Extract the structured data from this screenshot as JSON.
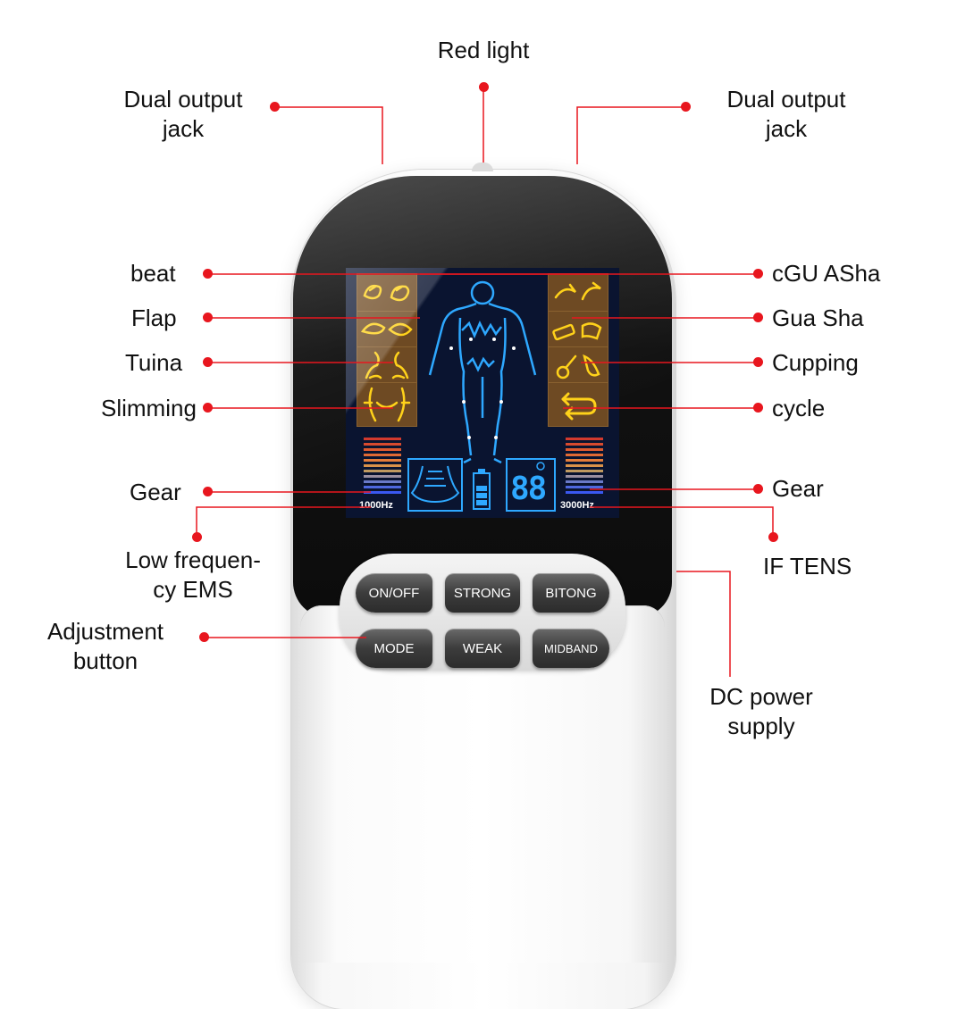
{
  "device": {
    "buttons": [
      {
        "id": "on-off",
        "label": "ON/OFF"
      },
      {
        "id": "strong",
        "label": "STRONG"
      },
      {
        "id": "bitong",
        "label": "BITONG"
      },
      {
        "id": "mode",
        "label": "MODE"
      },
      {
        "id": "weak",
        "label": "WEAK"
      },
      {
        "id": "midband",
        "label": "MIDBAND"
      }
    ],
    "screen": {
      "left_frequency": "1000Hz",
      "right_frequency": "3000Hz",
      "digit_display": "88",
      "left_mode_icons": [
        "beat-icon",
        "flap-icon",
        "tuina-icon",
        "slimming-icon"
      ],
      "right_mode_icons": [
        "cgu-asha-icon",
        "gua-sha-icon",
        "cupping-icon",
        "cycle-icon"
      ]
    }
  },
  "callouts": {
    "red_light": "Red light",
    "dual_output_jack_left": [
      "Dual output",
      "jack"
    ],
    "dual_output_jack_right": [
      "Dual output",
      "jack"
    ],
    "beat": "beat",
    "flap": "Flap",
    "tuina": "Tuina",
    "slimming": "Slimming",
    "cgu_asha": "cGU ASha",
    "gua_sha": "Gua Sha",
    "cupping": "Cupping",
    "cycle": "cycle",
    "gear_left": "Gear",
    "gear_right": "Gear",
    "low_frequency_ems": [
      "Low frequen-",
      "cy EMS"
    ],
    "if_tens": "IF TENS",
    "adjustment_button": [
      "Adjustment",
      "button"
    ],
    "dc_power_supply": [
      "DC power",
      "supply"
    ]
  },
  "colors": {
    "callout_red": "#e8161e",
    "lcd_background": "#0a1430",
    "lcd_figure_blue": "#2ea8ff",
    "lcd_icon_yellow": "#ffd21a",
    "lcd_tile_brown": "#6e4a23"
  }
}
